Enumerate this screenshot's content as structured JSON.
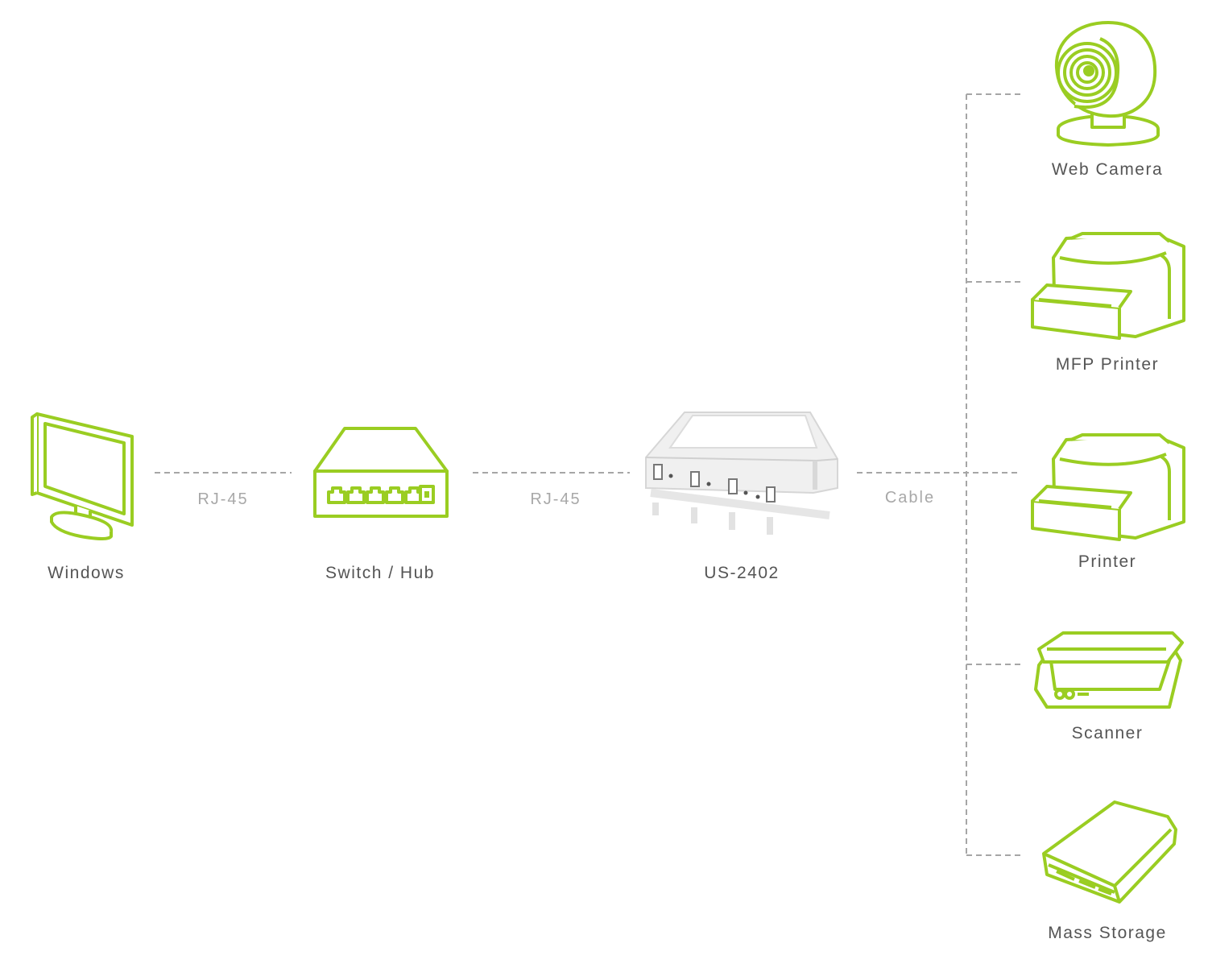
{
  "colors": {
    "accent": "#9acd22",
    "line": "#a6a6a6",
    "label": "#555555",
    "link_label": "#a8a8a8"
  },
  "nodes": {
    "windows": {
      "label": "Windows",
      "icon": "monitor-icon"
    },
    "switch": {
      "label": "Switch / Hub",
      "icon": "switch-icon"
    },
    "server": {
      "label": "US-2402",
      "icon": "usb-device-server-photo"
    },
    "webcam": {
      "label": "Web Camera",
      "icon": "webcam-icon"
    },
    "mfp": {
      "label": "MFP Printer",
      "icon": "printer-icon"
    },
    "printer": {
      "label": "Printer",
      "icon": "printer-icon"
    },
    "scanner": {
      "label": "Scanner",
      "icon": "scanner-icon"
    },
    "storage": {
      "label": "Mass Storage",
      "icon": "hard-drive-icon"
    }
  },
  "links": {
    "windows_switch": "RJ-45",
    "switch_server": "RJ-45",
    "server_devices": "Cable"
  }
}
